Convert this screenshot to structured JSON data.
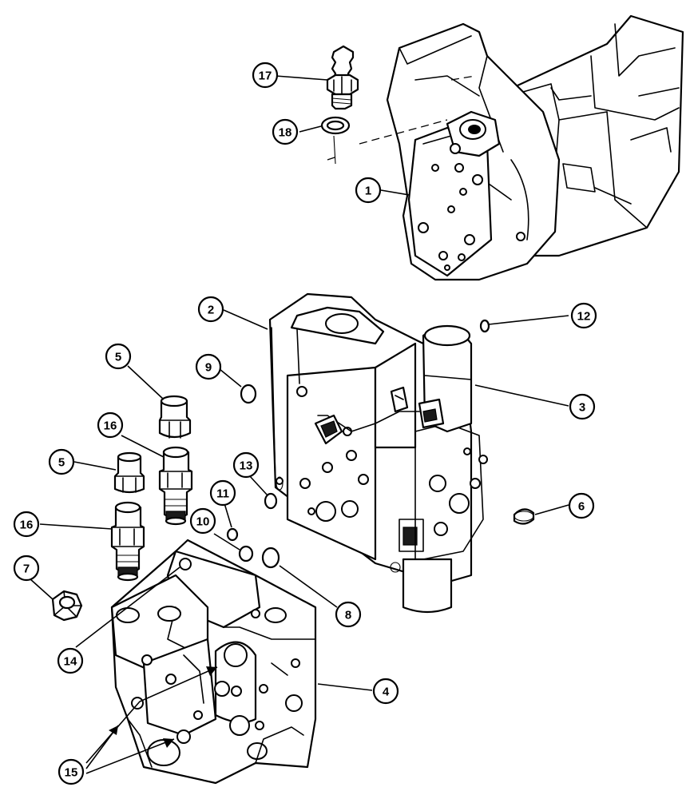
{
  "callouts": [
    {
      "id": "c1",
      "label": "1"
    },
    {
      "id": "c2",
      "label": "2"
    },
    {
      "id": "c3",
      "label": "3"
    },
    {
      "id": "c4",
      "label": "4"
    },
    {
      "id": "c5a",
      "label": "5"
    },
    {
      "id": "c5b",
      "label": "5"
    },
    {
      "id": "c6",
      "label": "6"
    },
    {
      "id": "c7",
      "label": "7"
    },
    {
      "id": "c8",
      "label": "8"
    },
    {
      "id": "c9",
      "label": "9"
    },
    {
      "id": "c10",
      "label": "10"
    },
    {
      "id": "c11",
      "label": "11"
    },
    {
      "id": "c12",
      "label": "12"
    },
    {
      "id": "c13",
      "label": "13"
    },
    {
      "id": "c14",
      "label": "14"
    },
    {
      "id": "c15",
      "label": "15"
    },
    {
      "id": "c16a",
      "label": "16"
    },
    {
      "id": "c16b",
      "label": "16"
    },
    {
      "id": "c17",
      "label": "17"
    },
    {
      "id": "c18",
      "label": "18"
    }
  ],
  "parts": [
    {
      "id": "pump-housing",
      "icon": "pump-housing-icon"
    },
    {
      "id": "valve-body",
      "icon": "valve-body-icon"
    },
    {
      "id": "solenoid",
      "icon": "solenoid-icon"
    },
    {
      "id": "manifold-block",
      "icon": "manifold-block-icon"
    },
    {
      "id": "plug",
      "icon": "plug-icon"
    },
    {
      "id": "cap",
      "icon": "cap-icon"
    },
    {
      "id": "fitting",
      "icon": "fitting-icon"
    },
    {
      "id": "o-ring",
      "icon": "o-ring-icon"
    },
    {
      "id": "relief-valve-cartridge",
      "icon": "cartridge-icon"
    },
    {
      "id": "test-port-fitting",
      "icon": "test-port-icon"
    },
    {
      "id": "sealing-washer",
      "icon": "washer-icon"
    }
  ]
}
